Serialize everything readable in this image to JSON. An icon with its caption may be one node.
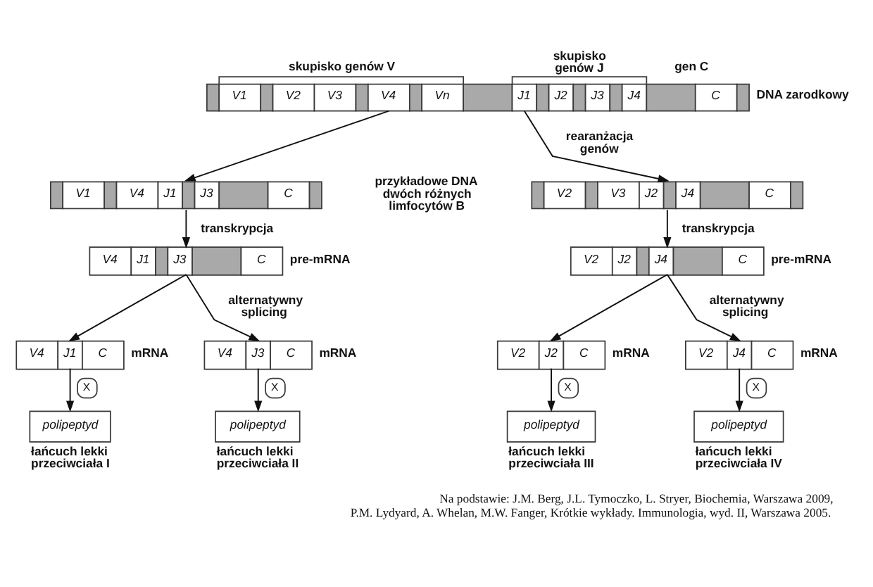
{
  "diagram": {
    "caption": "Na podstawie: J.M. Berg, J.L. Tymoczko, L. Stryer, Biochemia, Warszawa 2009, P.M. Lydyard, A. Whelan, M.W. Fanger, Krótkie wykłady. Immunologia, wyd. II, Warszawa 2005.",
    "nodes": [
      {
        "text": [
          "V1",
          "V2",
          "V3",
          "V4",
          "Vn",
          "J1",
          "J2",
          "J3",
          "J4",
          "C"
        ],
        "beside": [
          "skupisko genów V",
          "skupisko genów J",
          "gen C",
          "DNA zarodkowy"
        ]
      },
      {
        "text": [
          "V1",
          "V4",
          "J1",
          "J3",
          "C"
        ]
      },
      {
        "text": [
          "V2",
          "V3",
          "J2",
          "J4",
          "C"
        ]
      },
      {
        "text": [
          "V4",
          "J1",
          "J3",
          "C"
        ],
        "beside": [
          "pre-mRNA"
        ]
      },
      {
        "text": [
          "V2",
          "J2",
          "J4",
          "C"
        ],
        "beside": [
          "pre-mRNA"
        ]
      },
      {
        "text": [
          "V4",
          "J1",
          "C"
        ],
        "beside": [
          "mRNA"
        ]
      },
      {
        "text": [
          "V4",
          "J3",
          "C"
        ],
        "beside": [
          "mRNA"
        ]
      },
      {
        "text": [
          "V2",
          "J2",
          "C"
        ],
        "beside": [
          "mRNA"
        ]
      },
      {
        "text": [
          "V2",
          "J4",
          "C"
        ],
        "beside": [
          "mRNA"
        ]
      },
      {
        "text": [
          "polipeptyd"
        ],
        "beside": [
          "łańcuch lekki przeciwciała I"
        ]
      },
      {
        "text": [
          "polipeptyd"
        ],
        "beside": [
          "łańcuch lekki przeciwciała II"
        ]
      },
      {
        "text": [
          "polipeptyd"
        ],
        "beside": [
          "łańcuch lekki przeciwciała III"
        ]
      },
      {
        "text": [
          "polipeptyd"
        ],
        "beside": [
          "łańcuch lekki przeciwciała IV"
        ]
      }
    ],
    "edges": [
      {
        "from": 0,
        "to": 1,
        "arrow": "to"
      },
      {
        "from": 0,
        "to": 2,
        "arrow": "to"
      },
      {
        "from": 1,
        "to": 3,
        "arrow": "to",
        "label": "transkrypcja"
      },
      {
        "from": 2,
        "to": 4,
        "arrow": "to",
        "label": "transkrypcja"
      },
      {
        "from": 3,
        "to": 5,
        "arrow": "to"
      },
      {
        "from": 3,
        "to": 6,
        "arrow": "to"
      },
      {
        "from": 4,
        "to": 7,
        "arrow": "to"
      },
      {
        "from": 4,
        "to": 8,
        "arrow": "to"
      },
      {
        "from": 5,
        "to": 9,
        "arrow": "to",
        "label": "X"
      },
      {
        "from": 6,
        "to": 10,
        "arrow": "to",
        "label": "X"
      },
      {
        "from": 7,
        "to": 11,
        "arrow": "to",
        "label": "X"
      },
      {
        "from": 8,
        "to": 12,
        "arrow": "to",
        "label": "X"
      }
    ],
    "labels": [
      "rearanżacja genów",
      "przykładowe DNA dwóch różnych limfocytów B",
      "alternatywny splicing",
      "alternatywny splicing"
    ]
  }
}
